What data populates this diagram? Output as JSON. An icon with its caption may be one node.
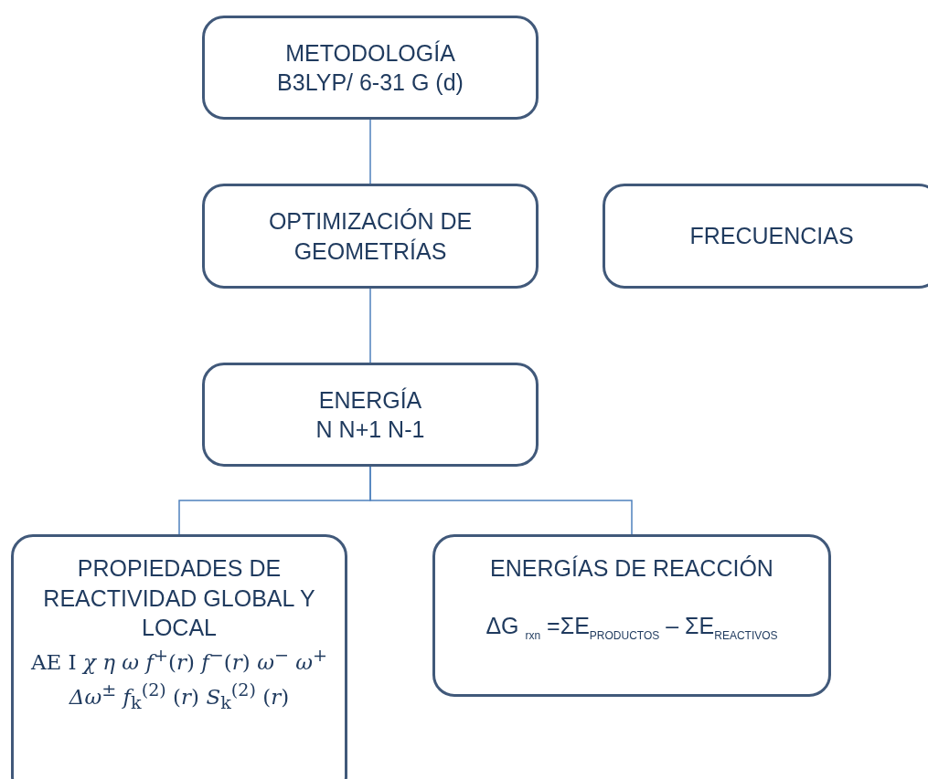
{
  "diagram": {
    "nodes": [
      {
        "text": [
          "METODOLOGÍA",
          "B3LYP/ 6-31 G  (d)"
        ]
      },
      {
        "text": [
          "OPTIMIZACIÓN DE GEOMETRÍAS"
        ]
      },
      {
        "text": [
          "FRECUENCIAS"
        ]
      },
      {
        "text": [
          "ENERGÍA",
          "N N+1 N-1"
        ]
      },
      {
        "text": [
          "PROPIEDADES DE REACTIVIDAD GLOBAL Y LOCAL",
          "AE I *χ* *η* *ω* *f*$^{+}$(*r*) *f*$^{−}$(*r*) *ω*$^{−}$ *ω*$^{+}$ *Δω*$^{±}$ *f*$_{k}$$^{(2)}$ (*r*) *S*$_{k}$$^{(2)}$ (*r*)"
        ]
      },
      {
        "text": [
          "ENERGÍAS DE REACCIÓN",
          "ΔG $_{rxn}$ =ΣE$_{PRODUCTOS}$ –  ΣE$_{REACTIVOS}$"
        ]
      }
    ],
    "edges": [
      {
        "from": 0,
        "to": 1,
        "arrow": "none"
      },
      {
        "from": 1,
        "to": 3,
        "arrow": "none"
      },
      {
        "from": 3,
        "to": 4,
        "arrow": "none"
      },
      {
        "from": 3,
        "to": 5,
        "arrow": "none"
      }
    ]
  }
}
